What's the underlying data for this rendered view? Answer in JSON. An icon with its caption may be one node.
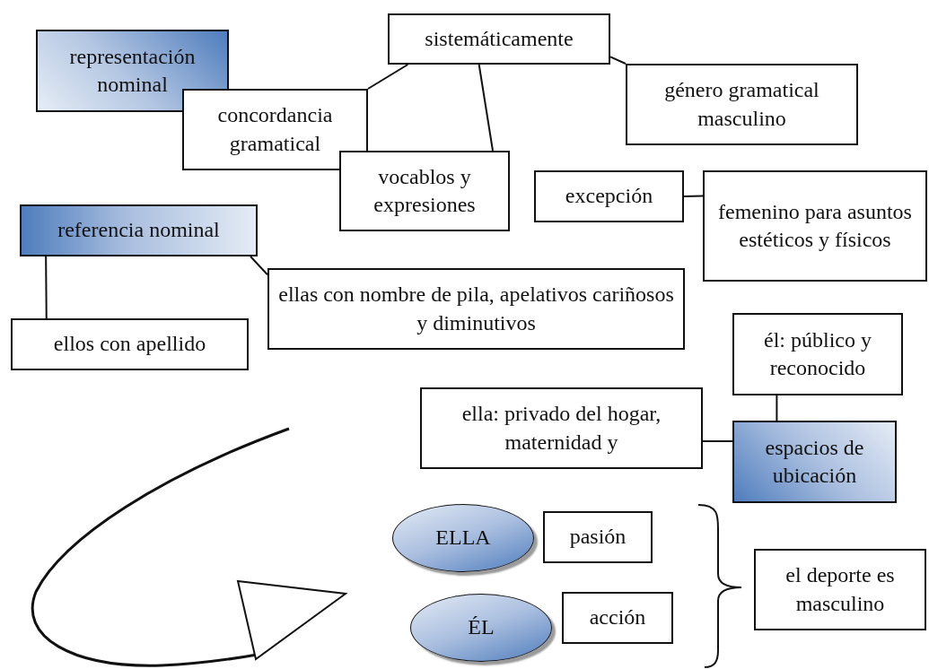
{
  "diagram": {
    "nodes": [
      {
        "text": [
          "representación nominal"
        ]
      },
      {
        "text": [
          "concordancia gramatical"
        ]
      },
      {
        "text": [
          "sistemáticamente"
        ]
      },
      {
        "text": [
          "vocablos y expresiones"
        ]
      },
      {
        "text": [
          "género gramatical masculino"
        ]
      },
      {
        "text": [
          "excepción"
        ]
      },
      {
        "text": [
          "femenino para asuntos estéticos y físicos"
        ]
      },
      {
        "text": [
          "referencia nominal"
        ]
      },
      {
        "text": [
          "ellas con nombre de pila, apelativos cariñosos y diminutivos"
        ]
      },
      {
        "text": [
          "ellos con apellido"
        ]
      },
      {
        "text": [
          "él: público y reconocido"
        ]
      },
      {
        "text": [
          "ella: privado del hogar, maternidad y"
        ]
      },
      {
        "text": [
          "espacios de ubicación"
        ]
      },
      {
        "text": [
          "ELLA"
        ]
      },
      {
        "text": [
          "pasión"
        ]
      },
      {
        "text": [
          "ÉL"
        ]
      },
      {
        "text": [
          "acción"
        ]
      },
      {
        "text": [
          "el deporte es masculino"
        ]
      }
    ],
    "edges": [
      {
        "from": 2,
        "to": 1,
        "arrow": "none"
      },
      {
        "from": 2,
        "to": 3,
        "arrow": "none"
      },
      {
        "from": 2,
        "to": 4,
        "arrow": "none"
      },
      {
        "from": 5,
        "to": 6,
        "arrow": "none"
      },
      {
        "from": 7,
        "to": 8,
        "arrow": "none"
      },
      {
        "from": 7,
        "to": 9,
        "arrow": "none"
      },
      {
        "from": 12,
        "to": 10,
        "arrow": "none"
      },
      {
        "from": 11,
        "to": 12,
        "arrow": "none"
      }
    ]
  }
}
